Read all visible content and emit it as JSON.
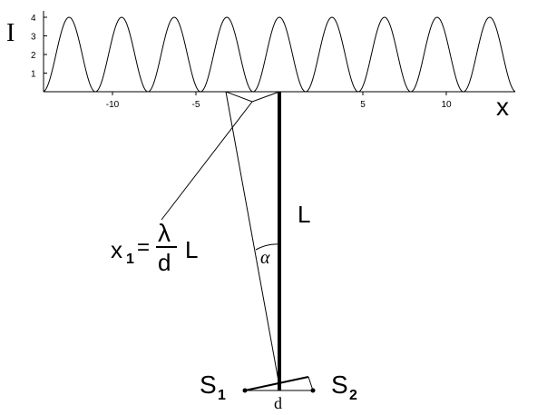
{
  "plot": {
    "y_axis_label": "I",
    "x_axis_label": "x",
    "y_ticks": [
      1,
      2,
      3,
      4
    ],
    "x_ticks": [
      -10,
      -5,
      5,
      10
    ],
    "x_range": [
      -14,
      14
    ],
    "y_range": [
      0,
      4
    ],
    "peak_spacing": 3.15
  },
  "formula": {
    "lhs_base": "x",
    "lhs_sub": "1",
    "equals": "=",
    "numerator": "λ",
    "denominator": "d",
    "factor": "L"
  },
  "labels": {
    "length": "L",
    "angle": "α",
    "source1_base": "S",
    "source1_sub": "1",
    "source2_base": "S",
    "source2_sub": "2",
    "separation": "d"
  }
}
